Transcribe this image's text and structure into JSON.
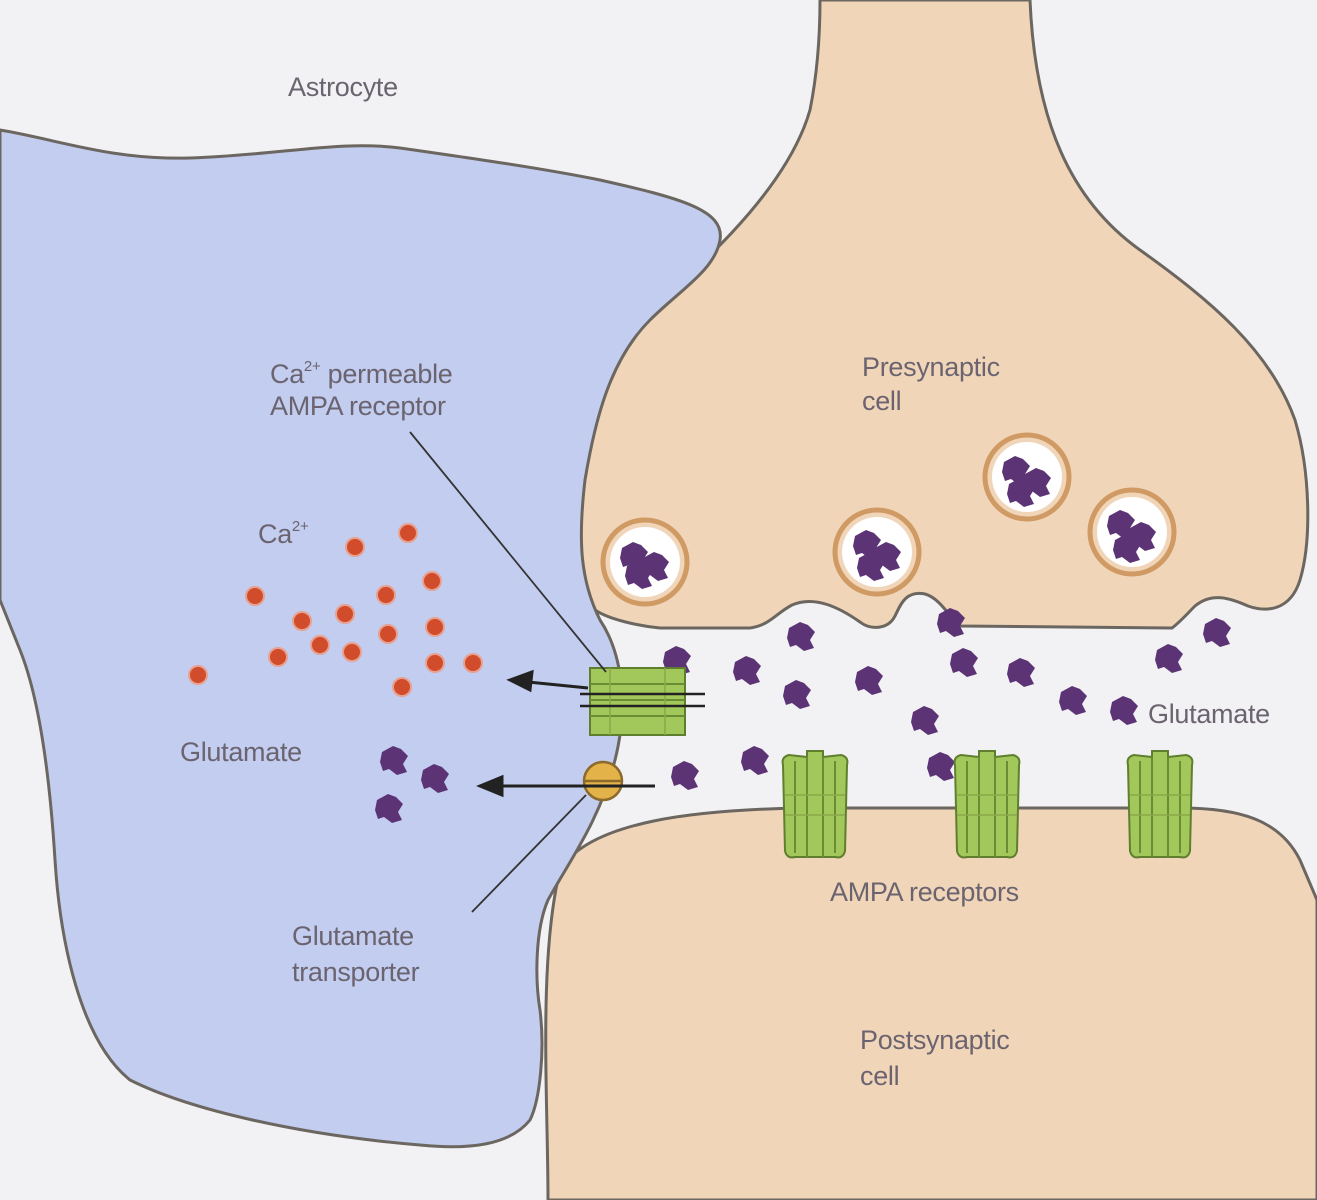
{
  "labels": {
    "astrocyte": "Astrocyte",
    "ca_ampa_receptor": {
      "ion": "Ca",
      "charge": "2+",
      "line1_rest": " permeable",
      "line2": "AMPA receptor"
    },
    "ca_ion": {
      "ion": "Ca",
      "charge": "2+"
    },
    "glutamate_left": "Glutamate",
    "glutamate_right": "Glutamate",
    "glutamate_transporter": "Glutamate\ntransporter",
    "presynaptic_cell": "Presynaptic\ncell",
    "ampa_receptors": "AMPA receptors",
    "postsynaptic_cell": "Postsynaptic\ncell"
  },
  "colors": {
    "astrocyte_fill": "#c2cdef",
    "neuron_fill": "#f1d5b8",
    "membrane_stroke": "#6c6660",
    "glutamate": "#5c3476",
    "calcium": "#d04c2a",
    "receptor_green": "#a2c75a",
    "transporter_yellow": "#e3b248",
    "vesicle_ring": "#cf9a63",
    "text": "#6b6470"
  }
}
